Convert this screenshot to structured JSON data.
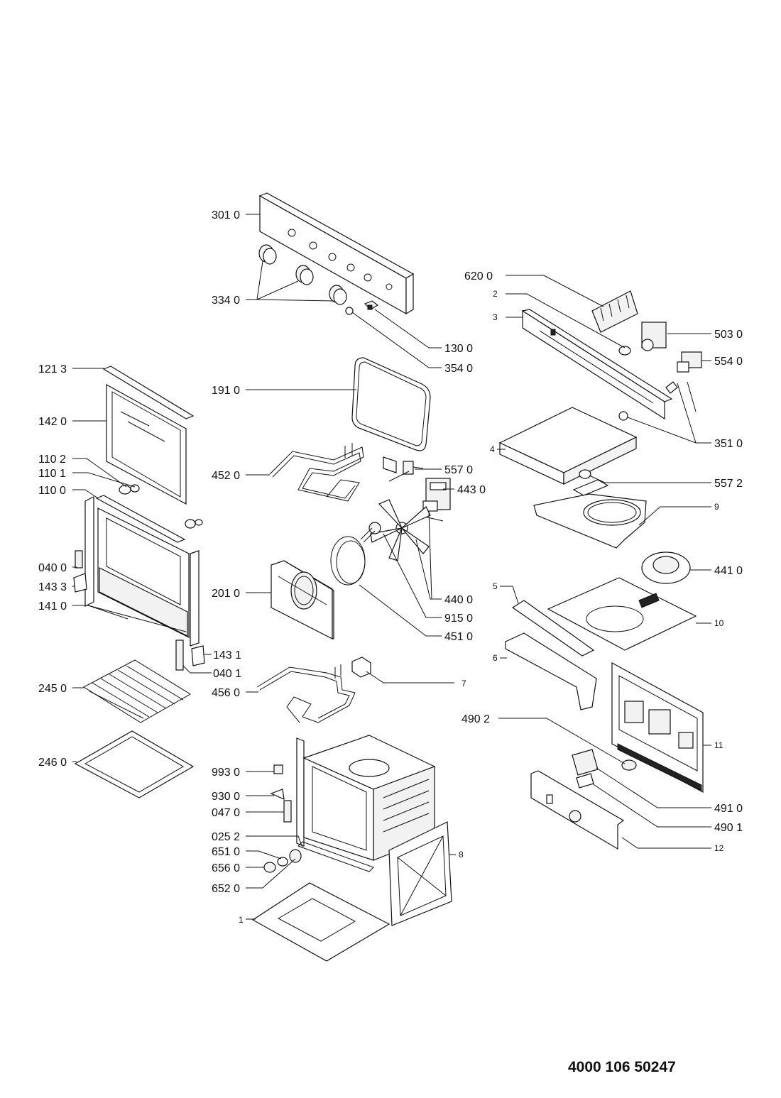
{
  "document_number": "4000 106 50247",
  "labels": {
    "l3010": "301 0",
    "l3340": "334 0",
    "l1300": "130 0",
    "l3540": "354 0",
    "l1910": "191 0",
    "l4520": "452 0",
    "l5570": "557 0",
    "l4430": "443 0",
    "l2010": "201 0",
    "l4400": "440 0",
    "l9150": "915 0",
    "l4510": "451 0",
    "l4560": "456 0",
    "l7": "7",
    "l9930": "993 0",
    "l9300": "930 0",
    "l0470": "047 0",
    "l0252": "025 2",
    "l6510": "651 0",
    "l6560": "656 0",
    "l6520": "652 0",
    "l1": "1",
    "l8": "8",
    "l1213": "121 3",
    "l1420": "142 0",
    "l1102": "110 2",
    "l1101": "110 1",
    "l1100": "110 0",
    "l0400": "040 0",
    "l1433": "143 3",
    "l1410": "141 0",
    "l1431": "143 1",
    "l0401": "040 1",
    "l2450": "245 0",
    "l2460": "246 0",
    "l6200": "620 0",
    "l2": "2",
    "l3": "3",
    "l5030": "503 0",
    "l5540": "554 0",
    "l3510": "351 0",
    "l4": "4",
    "l5572": "557 2",
    "l9": "9",
    "l4410": "441 0",
    "l5": "5",
    "l10": "10",
    "l6": "6",
    "l4902": "490 2",
    "l11": "11",
    "l4910": "491 0",
    "l4901": "490 1",
    "l12": "12"
  }
}
